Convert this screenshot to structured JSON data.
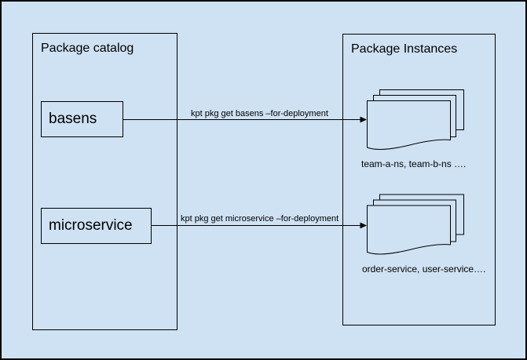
{
  "colors": {
    "background": "#cfe2f3",
    "stroke": "#000000",
    "text": "#000000"
  },
  "titles": {
    "catalog": "Package catalog",
    "instances": "Package Instances"
  },
  "packages": [
    {
      "label": "basens"
    },
    {
      "label": "microservice"
    }
  ],
  "arrows": [
    {
      "label": "kpt pkg get basens –for-deployment"
    },
    {
      "label": "kpt pkg get microservice –for-deployment"
    }
  ],
  "stacks": [
    {
      "caption": "team-a-ns, team-b-ns …."
    },
    {
      "caption": "order-service, user-service…."
    }
  ]
}
